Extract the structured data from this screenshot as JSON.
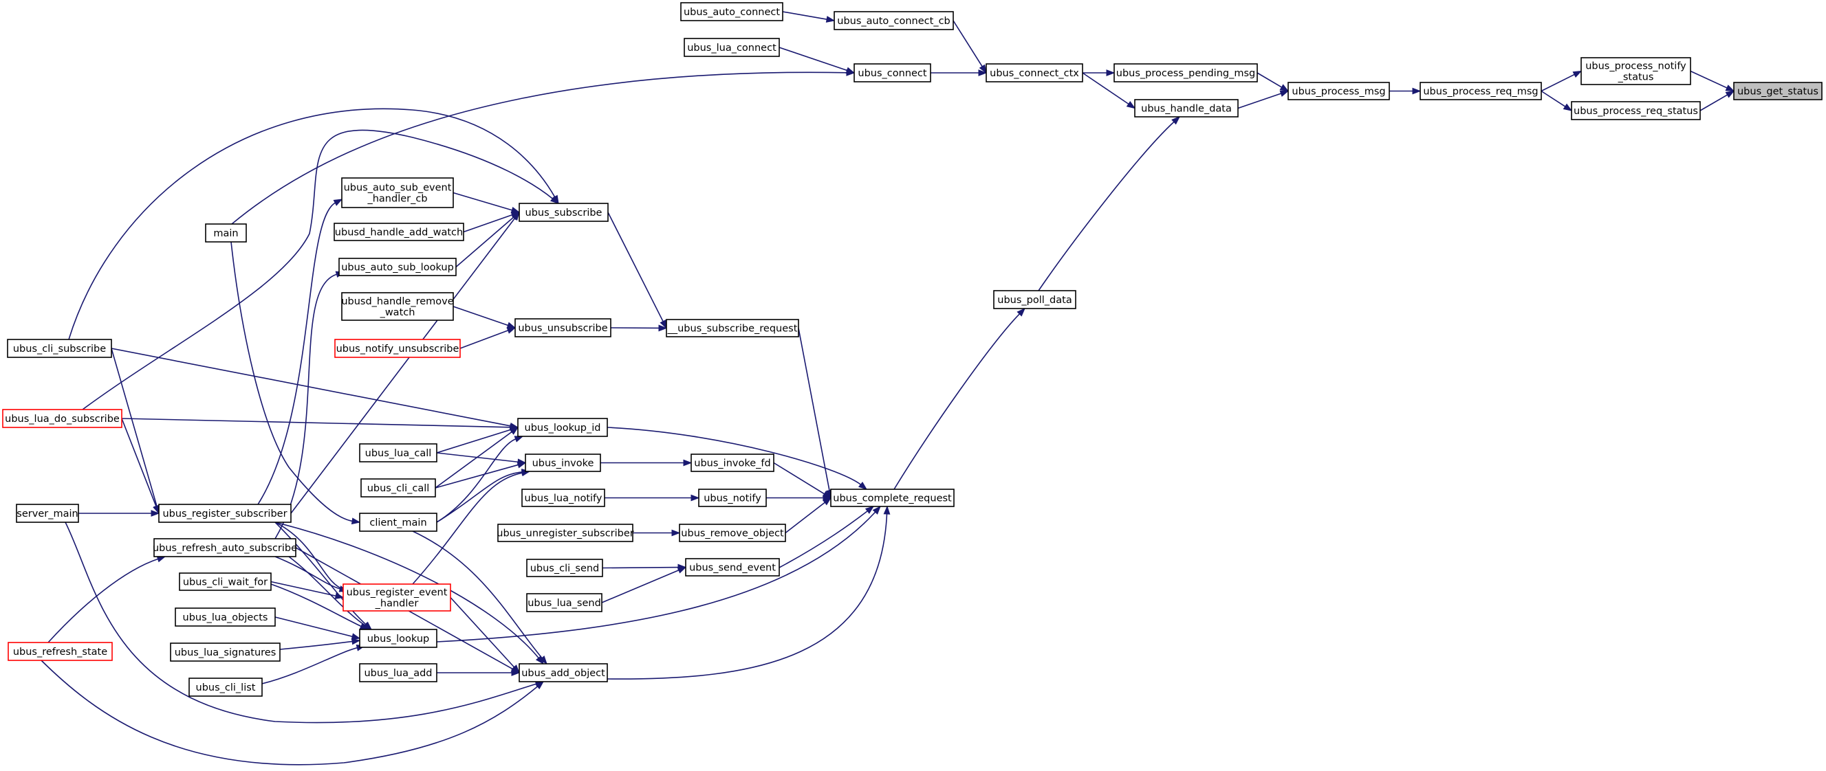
{
  "graph": {
    "title": "",
    "nodes": [
      {
        "id": "ubus_get_status",
        "label": [
          "ubus_get_status"
        ],
        "style": "current"
      },
      {
        "id": "ubus_process_notify_status",
        "label": [
          "ubus_process_notify",
          "_status"
        ],
        "style": "normal"
      },
      {
        "id": "ubus_process_req_status",
        "label": [
          "ubus_process_req_status"
        ],
        "style": "normal"
      },
      {
        "id": "ubus_process_req_msg",
        "label": [
          "ubus_process_req_msg"
        ],
        "style": "normal"
      },
      {
        "id": "ubus_process_msg",
        "label": [
          "ubus_process_msg"
        ],
        "style": "normal"
      },
      {
        "id": "ubus_process_pending_msg",
        "label": [
          "ubus_process_pending_msg"
        ],
        "style": "normal"
      },
      {
        "id": "ubus_handle_data",
        "label": [
          "ubus_handle_data"
        ],
        "style": "normal"
      },
      {
        "id": "ubus_connect_ctx",
        "label": [
          "ubus_connect_ctx"
        ],
        "style": "normal"
      },
      {
        "id": "ubus_auto_connect_cb",
        "label": [
          "ubus_auto_connect_cb"
        ],
        "style": "normal"
      },
      {
        "id": "ubus_auto_connect",
        "label": [
          "ubus_auto_connect"
        ],
        "style": "normal"
      },
      {
        "id": "ubus_connect",
        "label": [
          "ubus_connect"
        ],
        "style": "normal"
      },
      {
        "id": "ubus_lua_connect",
        "label": [
          "ubus_lua_connect"
        ],
        "style": "normal"
      },
      {
        "id": "main",
        "label": [
          "main"
        ],
        "style": "normal"
      },
      {
        "id": "ubus_poll_data",
        "label": [
          "ubus_poll_data"
        ],
        "style": "normal"
      },
      {
        "id": "ubus_complete_request",
        "label": [
          "ubus_complete_request"
        ],
        "style": "normal"
      },
      {
        "id": "__ubus_subscribe_request",
        "label": [
          "__ubus_subscribe_request"
        ],
        "style": "normal"
      },
      {
        "id": "ubus_subscribe",
        "label": [
          "ubus_subscribe"
        ],
        "style": "normal"
      },
      {
        "id": "ubus_unsubscribe",
        "label": [
          "ubus_unsubscribe"
        ],
        "style": "normal"
      },
      {
        "id": "ubus_auto_sub_event_handler_cb",
        "label": [
          "ubus_auto_sub_event",
          "_handler_cb"
        ],
        "style": "normal"
      },
      {
        "id": "ubusd_handle_add_watch",
        "label": [
          "ubusd_handle_add_watch"
        ],
        "style": "normal"
      },
      {
        "id": "ubus_auto_sub_lookup",
        "label": [
          "ubus_auto_sub_lookup"
        ],
        "style": "normal"
      },
      {
        "id": "ubusd_handle_remove_watch",
        "label": [
          "ubusd_handle_remove",
          "_watch"
        ],
        "style": "normal"
      },
      {
        "id": "ubus_notify_unsubscribe",
        "label": [
          "ubus_notify_unsubscribe"
        ],
        "style": "red"
      },
      {
        "id": "ubus_cli_subscribe",
        "label": [
          "ubus_cli_subscribe"
        ],
        "style": "normal"
      },
      {
        "id": "ubus_lua_do_subscribe",
        "label": [
          "ubus_lua_do_subscribe"
        ],
        "style": "red"
      },
      {
        "id": "ubus_lookup_id",
        "label": [
          "ubus_lookup_id"
        ],
        "style": "normal"
      },
      {
        "id": "ubus_invoke",
        "label": [
          "ubus_invoke"
        ],
        "style": "normal"
      },
      {
        "id": "ubus_invoke_fd",
        "label": [
          "ubus_invoke_fd"
        ],
        "style": "normal"
      },
      {
        "id": "ubus_lua_call",
        "label": [
          "ubus_lua_call"
        ],
        "style": "normal"
      },
      {
        "id": "ubus_cli_call",
        "label": [
          "ubus_cli_call"
        ],
        "style": "normal"
      },
      {
        "id": "client_main",
        "label": [
          "client_main"
        ],
        "style": "normal"
      },
      {
        "id": "ubus_notify",
        "label": [
          "ubus_notify"
        ],
        "style": "normal"
      },
      {
        "id": "ubus_lua_notify",
        "label": [
          "ubus_lua_notify"
        ],
        "style": "normal"
      },
      {
        "id": "ubus_remove_object",
        "label": [
          "ubus_remove_object"
        ],
        "style": "normal"
      },
      {
        "id": "ubus_unregister_subscriber",
        "label": [
          "ubus_unregister_subscriber"
        ],
        "style": "normal"
      },
      {
        "id": "ubus_send_event",
        "label": [
          "ubus_send_event"
        ],
        "style": "normal"
      },
      {
        "id": "ubus_cli_send",
        "label": [
          "ubus_cli_send"
        ],
        "style": "normal"
      },
      {
        "id": "ubus_lua_send",
        "label": [
          "ubus_lua_send"
        ],
        "style": "normal"
      },
      {
        "id": "server_main",
        "label": [
          "server_main"
        ],
        "style": "normal"
      },
      {
        "id": "ubus_register_subscriber",
        "label": [
          "ubus_register_subscriber"
        ],
        "style": "normal"
      },
      {
        "id": "ubus_refresh_auto_subscribe",
        "label": [
          "ubus_refresh_auto_subscribe"
        ],
        "style": "normal"
      },
      {
        "id": "ubus_cli_wait_for",
        "label": [
          "ubus_cli_wait_for"
        ],
        "style": "normal"
      },
      {
        "id": "ubus_register_event_handler",
        "label": [
          "ubus_register_event",
          "_handler"
        ],
        "style": "red"
      },
      {
        "id": "ubus_lua_objects",
        "label": [
          "ubus_lua_objects"
        ],
        "style": "normal"
      },
      {
        "id": "ubus_lua_signatures",
        "label": [
          "ubus_lua_signatures"
        ],
        "style": "normal"
      },
      {
        "id": "ubus_cli_list",
        "label": [
          "ubus_cli_list"
        ],
        "style": "normal"
      },
      {
        "id": "ubus_lookup",
        "label": [
          "ubus_lookup"
        ],
        "style": "normal"
      },
      {
        "id": "ubus_refresh_state",
        "label": [
          "ubus_refresh_state"
        ],
        "style": "red"
      },
      {
        "id": "ubus_lua_add",
        "label": [
          "ubus_lua_add"
        ],
        "style": "normal"
      },
      {
        "id": "ubus_add_object",
        "label": [
          "ubus_add_object"
        ],
        "style": "normal"
      }
    ],
    "edges": [
      [
        "ubus_process_notify_status",
        "ubus_get_status"
      ],
      [
        "ubus_process_req_status",
        "ubus_get_status"
      ],
      [
        "ubus_process_req_msg",
        "ubus_process_notify_status"
      ],
      [
        "ubus_process_req_msg",
        "ubus_process_req_status"
      ],
      [
        "ubus_process_msg",
        "ubus_process_req_msg"
      ],
      [
        "ubus_process_pending_msg",
        "ubus_process_msg"
      ],
      [
        "ubus_handle_data",
        "ubus_process_msg"
      ],
      [
        "ubus_connect_ctx",
        "ubus_process_pending_msg"
      ],
      [
        "ubus_connect_ctx",
        "ubus_handle_data"
      ],
      [
        "ubus_auto_connect_cb",
        "ubus_connect_ctx"
      ],
      [
        "ubus_auto_connect",
        "ubus_auto_connect_cb"
      ],
      [
        "ubus_connect",
        "ubus_connect_ctx"
      ],
      [
        "ubus_lua_connect",
        "ubus_connect"
      ],
      [
        "main",
        "ubus_connect"
      ],
      [
        "ubus_poll_data",
        "ubus_handle_data"
      ],
      [
        "ubus_complete_request",
        "ubus_poll_data"
      ],
      [
        "__ubus_subscribe_request",
        "ubus_complete_request"
      ],
      [
        "ubus_subscribe",
        "__ubus_subscribe_request"
      ],
      [
        "ubus_unsubscribe",
        "__ubus_subscribe_request"
      ],
      [
        "ubus_auto_sub_event_handler_cb",
        "ubus_subscribe"
      ],
      [
        "ubusd_handle_add_watch",
        "ubus_subscribe"
      ],
      [
        "ubus_auto_sub_lookup",
        "ubus_subscribe"
      ],
      [
        "ubus_cli_subscribe",
        "ubus_subscribe"
      ],
      [
        "ubus_lua_do_subscribe",
        "ubus_subscribe"
      ],
      [
        "ubus_register_subscriber",
        "ubus_subscribe"
      ],
      [
        "ubusd_handle_remove_watch",
        "ubus_unsubscribe"
      ],
      [
        "ubus_notify_unsubscribe",
        "ubus_unsubscribe"
      ],
      [
        "ubus_lookup_id",
        "ubus_complete_request"
      ],
      [
        "ubus_cli_subscribe",
        "ubus_lookup_id"
      ],
      [
        "ubus_lua_do_subscribe",
        "ubus_lookup_id"
      ],
      [
        "ubus_lua_call",
        "ubus_lookup_id"
      ],
      [
        "ubus_cli_call",
        "ubus_lookup_id"
      ],
      [
        "client_main",
        "ubus_lookup_id"
      ],
      [
        "ubus_invoke",
        "ubus_invoke_fd"
      ],
      [
        "ubus_invoke_fd",
        "ubus_complete_request"
      ],
      [
        "ubus_lua_call",
        "ubus_invoke"
      ],
      [
        "ubus_cli_call",
        "ubus_invoke"
      ],
      [
        "client_main",
        "ubus_invoke"
      ],
      [
        "ubus_register_event_handler",
        "ubus_invoke"
      ],
      [
        "ubus_lua_notify",
        "ubus_notify"
      ],
      [
        "ubus_notify",
        "ubus_complete_request"
      ],
      [
        "ubus_unregister_subscriber",
        "ubus_remove_object"
      ],
      [
        "ubus_remove_object",
        "ubus_complete_request"
      ],
      [
        "ubus_cli_send",
        "ubus_send_event"
      ],
      [
        "ubus_lua_send",
        "ubus_send_event"
      ],
      [
        "ubus_send_event",
        "ubus_complete_request"
      ],
      [
        "ubus_lookup",
        "ubus_complete_request"
      ],
      [
        "ubus_add_object",
        "ubus_complete_request"
      ],
      [
        "server_main",
        "ubus_register_subscriber"
      ],
      [
        "ubus_cli_subscribe",
        "ubus_register_subscriber"
      ],
      [
        "ubus_lua_do_subscribe",
        "ubus_register_subscriber"
      ],
      [
        "main",
        "client_main"
      ],
      [
        "ubus_register_subscriber",
        "ubus_auto_sub_event_handler_cb"
      ],
      [
        "ubus_refresh_auto_subscribe",
        "ubus_auto_sub_lookup"
      ],
      [
        "ubus_refresh_state",
        "ubus_refresh_auto_subscribe"
      ],
      [
        "ubus_register_subscriber",
        "ubus_register_event_handler"
      ],
      [
        "ubus_refresh_auto_subscribe",
        "ubus_register_event_handler"
      ],
      [
        "ubus_cli_wait_for",
        "ubus_register_event_handler"
      ],
      [
        "ubus_register_event_handler",
        "ubus_add_object"
      ],
      [
        "ubus_register_subscriber",
        "ubus_lookup"
      ],
      [
        "ubus_refresh_auto_subscribe",
        "ubus_lookup"
      ],
      [
        "ubus_cli_wait_for",
        "ubus_lookup"
      ],
      [
        "ubus_lua_objects",
        "ubus_lookup"
      ],
      [
        "ubus_lua_signatures",
        "ubus_lookup"
      ],
      [
        "ubus_cli_list",
        "ubus_lookup"
      ],
      [
        "ubus_lua_add",
        "ubus_add_object"
      ],
      [
        "ubus_register_subscriber",
        "ubus_add_object"
      ],
      [
        "ubus_refresh_auto_subscribe",
        "ubus_add_object"
      ],
      [
        "client_main",
        "ubus_add_object"
      ],
      [
        "server_main",
        "ubus_add_object"
      ],
      [
        "ubus_refresh_state",
        "ubus_add_object"
      ]
    ]
  }
}
